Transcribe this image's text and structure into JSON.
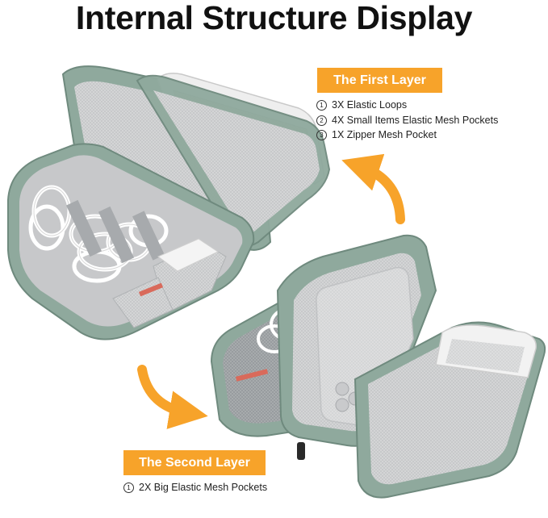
{
  "title": "Internal Structure Display",
  "first_layer": {
    "label": "The First Layer",
    "items": [
      {
        "num": "1",
        "text": "3X Elastic Loops"
      },
      {
        "num": "2",
        "text": "4X Small Items Elastic Mesh Pockets"
      },
      {
        "num": "3",
        "text": "1X Zipper Mesh Pocket"
      }
    ]
  },
  "second_layer": {
    "label": "The Second Layer",
    "items": [
      {
        "num": "1",
        "text": "2X Big Elastic Mesh Pockets"
      }
    ]
  },
  "colors": {
    "accent": "#f7a32a",
    "case_green": "#8fa99d",
    "mesh_gray": "#d9dadb"
  }
}
